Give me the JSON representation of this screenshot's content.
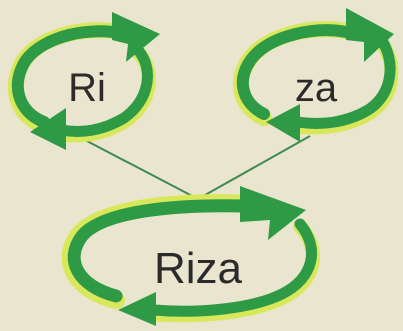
{
  "diagram": {
    "nodes": [
      {
        "id": "syllable-1",
        "label": "Ri"
      },
      {
        "id": "syllable-2",
        "label": "za"
      },
      {
        "id": "word",
        "label": "Riza"
      }
    ],
    "edges": [
      {
        "from": "syllable-1",
        "to": "word"
      },
      {
        "from": "syllable-2",
        "to": "word"
      }
    ],
    "colors": {
      "background": "#e9e5cf",
      "ring_green": "#2f9a45",
      "ring_highlight": "#d9e85a",
      "connector": "#3e8a4f",
      "text": "#2b2b2b"
    }
  }
}
